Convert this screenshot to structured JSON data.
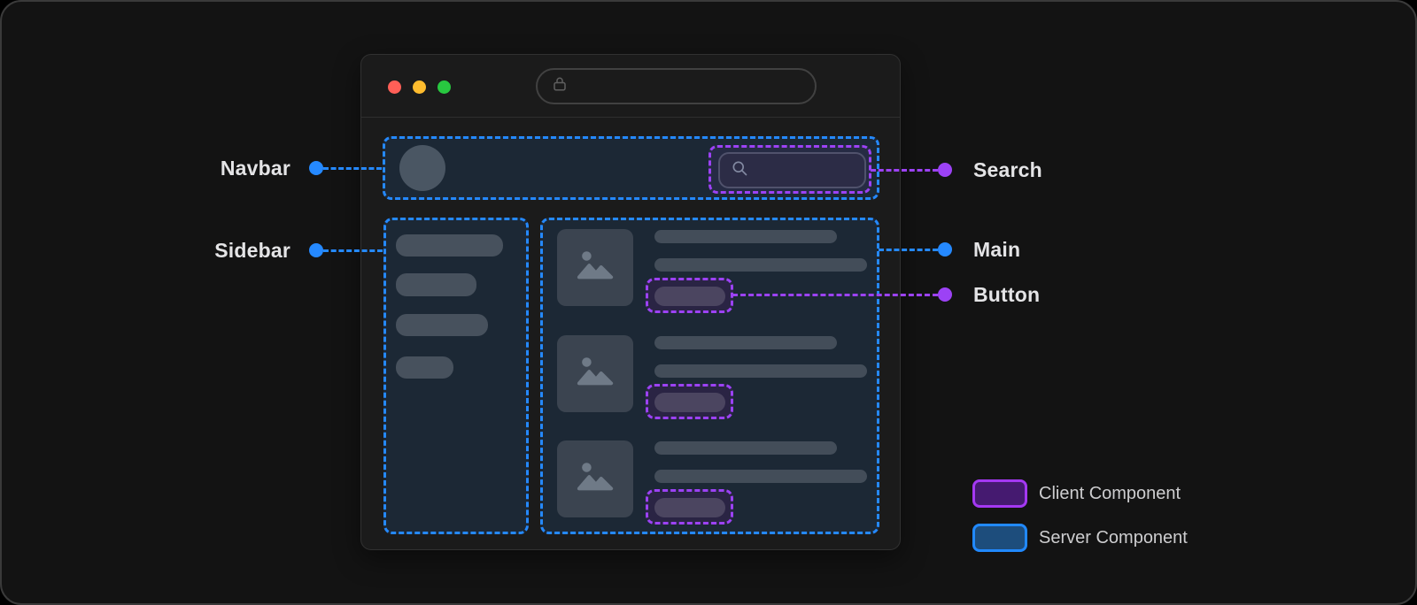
{
  "browser_window": {
    "traffic_lights": [
      {
        "name": "close",
        "color": "#ff5f57"
      },
      {
        "name": "minimize",
        "color": "#febc2e"
      },
      {
        "name": "zoom",
        "color": "#28c840"
      }
    ],
    "address_bar": {
      "value": "",
      "icon": "lock-icon"
    }
  },
  "page_mockup": {
    "navbar": {
      "avatar": "avatar-circle"
    },
    "search": {
      "value": "",
      "icon": "search-icon"
    },
    "sidebar": {
      "skeleton_bars": 4
    },
    "main": {
      "cards": 3,
      "card_icon": "image-icon",
      "bars_per_card": 2,
      "buttons_per_card": 1
    }
  },
  "callouts": {
    "navbar": {
      "label": "Navbar",
      "type": "server"
    },
    "sidebar": {
      "label": "Sidebar",
      "type": "server"
    },
    "search": {
      "label": "Search",
      "type": "client"
    },
    "main": {
      "label": "Main",
      "type": "server"
    },
    "button": {
      "label": "Button",
      "type": "client"
    }
  },
  "legend": {
    "items": [
      {
        "label": "Client Component",
        "border_color": "#a438f2",
        "fill_color": "#451a70"
      },
      {
        "label": "Server Component",
        "border_color": "#2189ff",
        "fill_color": "#1d4d7c"
      }
    ]
  },
  "colors": {
    "server_component_outline": "#2589ff",
    "client_component_outline": "#9c42f5",
    "panel_fill": "#1c2835",
    "skeleton_fill": "#47515d",
    "frame_background": "#131313",
    "window_background": "#1b1b1b"
  }
}
